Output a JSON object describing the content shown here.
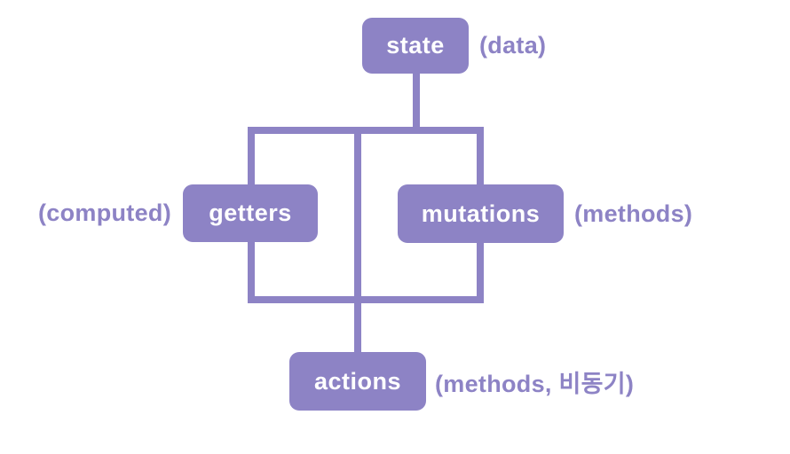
{
  "diagram": {
    "background_color": "#ffffff",
    "accent_color": "#8d83c5",
    "node_text_color": "#ffffff",
    "nodes": {
      "state": {
        "label": "state",
        "annotation": "(data)"
      },
      "getters": {
        "label": "getters",
        "annotation": "(computed)"
      },
      "mutations": {
        "label": "mutations",
        "annotation": "(methods)"
      },
      "actions": {
        "label": "actions",
        "annotation": "(methods, 비동기)"
      }
    }
  }
}
